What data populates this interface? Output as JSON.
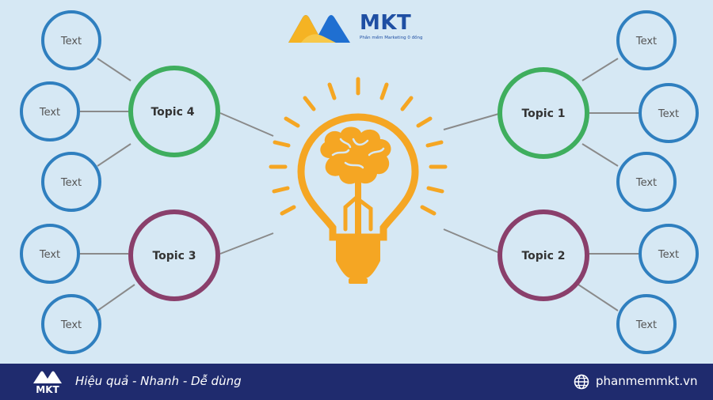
{
  "logo": {
    "name": "MKT",
    "tagline": "Phần mềm Marketing 0 đồng"
  },
  "diagram": {
    "topics": [
      {
        "label": "Topic 4",
        "children": [
          "Text",
          "Text",
          "Text"
        ]
      },
      {
        "label": "Topic 3",
        "children": [
          "Text",
          "Text"
        ]
      },
      {
        "label": "Topic 1",
        "children": [
          "Text",
          "Text",
          "Text"
        ]
      },
      {
        "label": "Topic 2",
        "children": [
          "Text",
          "Text"
        ]
      }
    ]
  },
  "footer": {
    "logo_text": "MKT",
    "slogan": "Hiệu quả - Nhanh - Dễ dùng",
    "website": "phanmemmkt.vn"
  },
  "colors": {
    "background": "#d6e8f4",
    "topic1": "#3fae5e",
    "topic2": "#8a3f6b",
    "text_node": "#2f7fbf",
    "bulb": "#f5a623",
    "footer": "#1f2b6e"
  }
}
